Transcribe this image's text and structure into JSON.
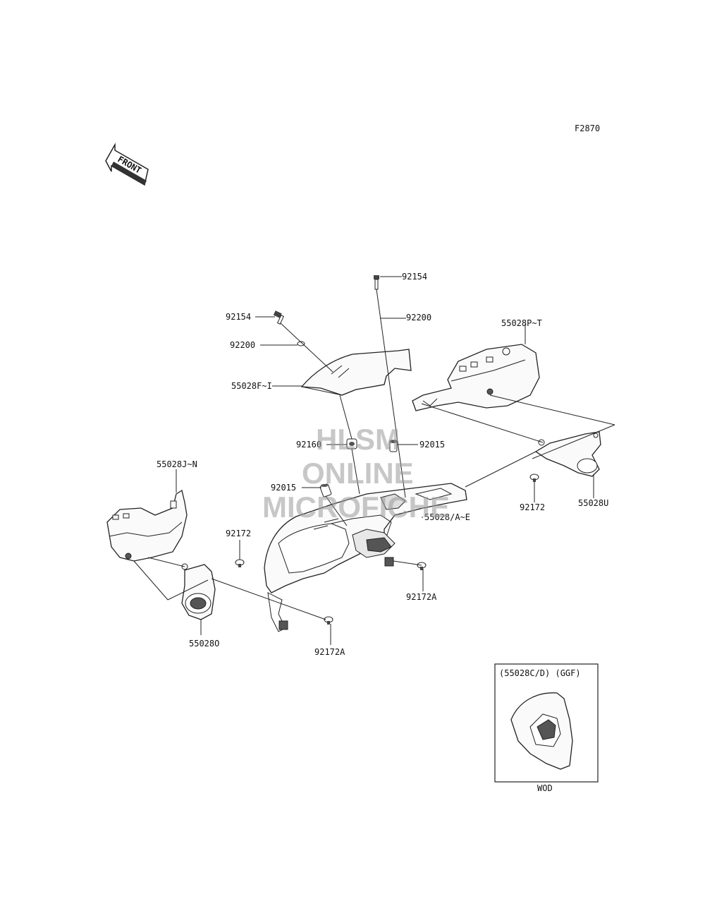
{
  "figure_code": "F2870",
  "front_arrow_label": "FRONT",
  "watermark": [
    "HLSM",
    "ONLINE",
    "MICROFICHE"
  ],
  "callouts": {
    "c_92154_top": "92154",
    "c_92200_top": "92200",
    "c_92154_left": "92154",
    "c_92200_left": "92200",
    "c_55028PT": "55028P~T",
    "c_55028FI": "55028F~I",
    "c_92160": "92160",
    "c_92015_right": "92015",
    "c_92015_left": "92015",
    "c_55028JN": "55028J~N",
    "c_55028AE": "55028/A~E",
    "c_92172_right": "92172",
    "c_55028U": "55028U",
    "c_92172_left": "92172",
    "c_92172A_mid": "92172A",
    "c_55028O": "55028O",
    "c_92172A_bot": "92172A"
  },
  "inset": {
    "title": "(55028C/D)  (GGF)",
    "caption": "WOD"
  }
}
